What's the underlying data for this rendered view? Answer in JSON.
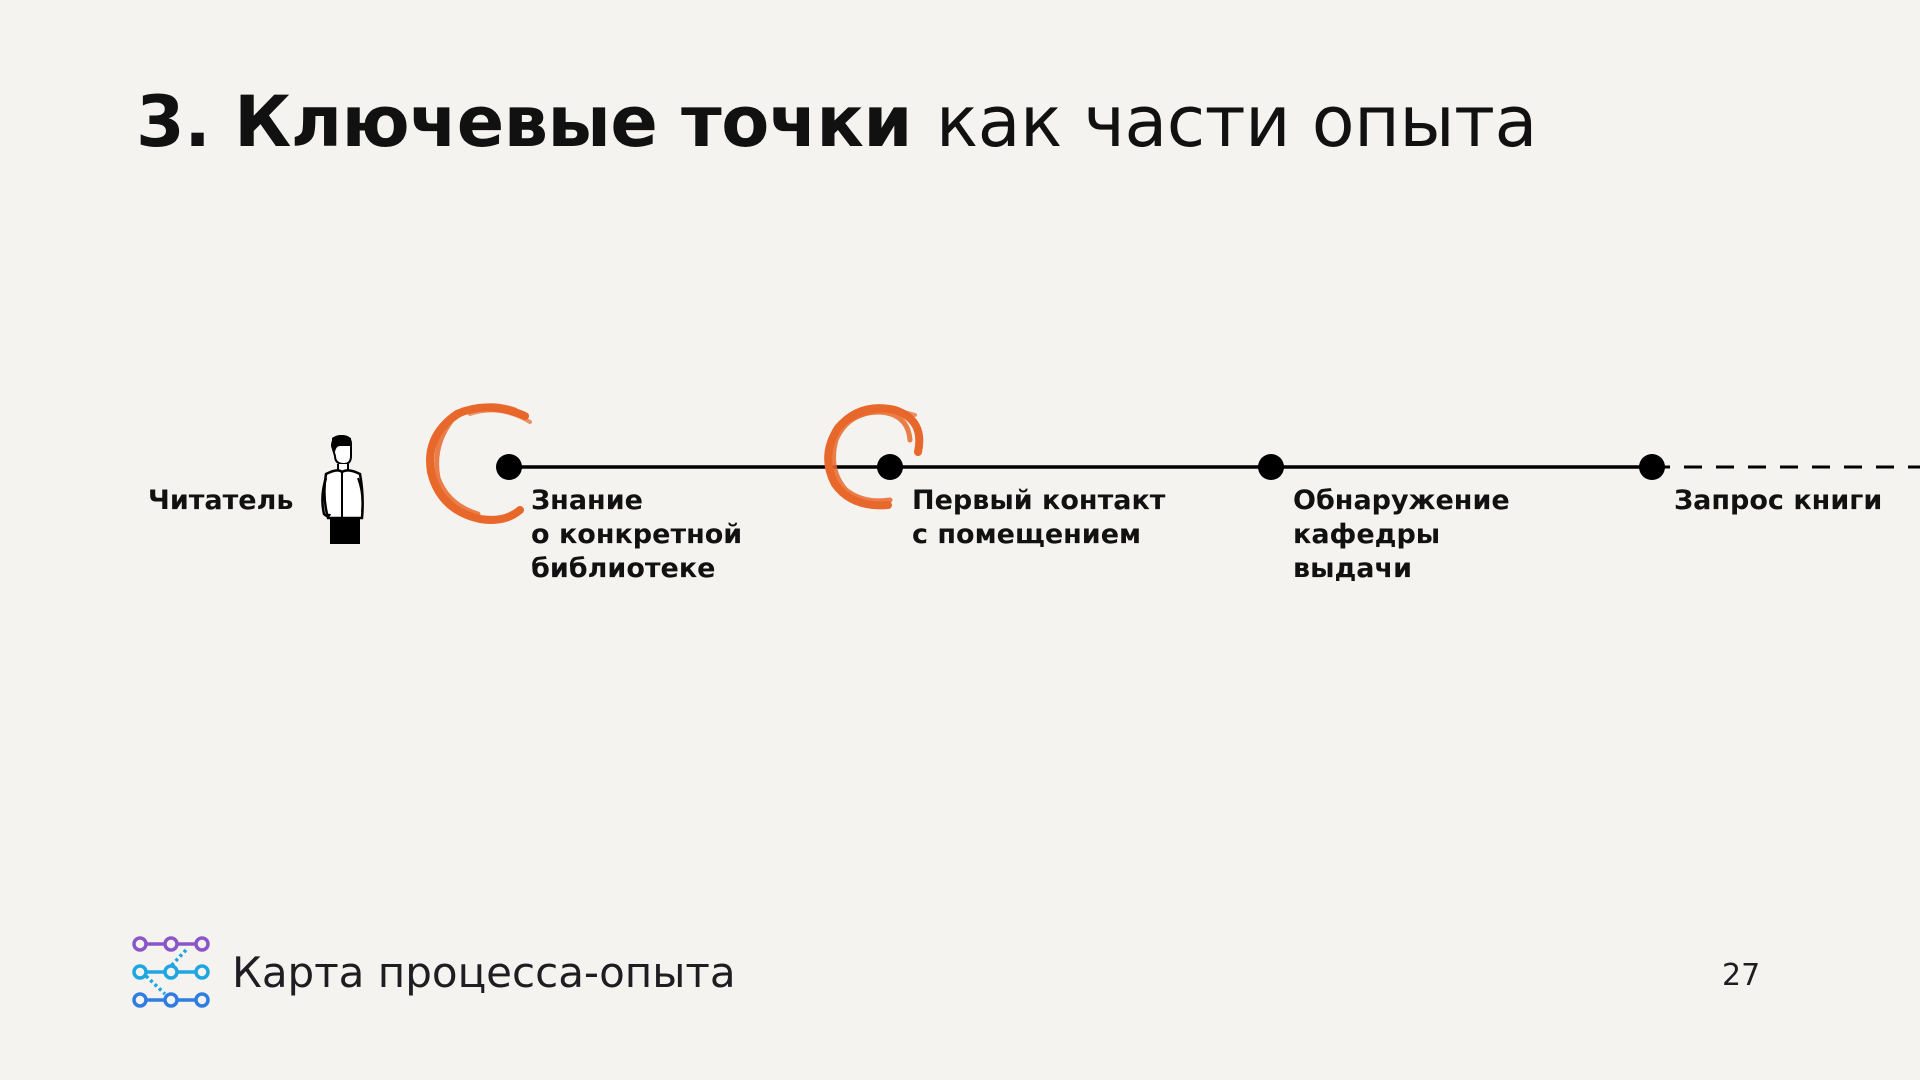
{
  "title": {
    "bold": "3. Ключевые точки",
    "light": "как части опыта"
  },
  "actor": {
    "label": "Читатель",
    "icon": "person-icon"
  },
  "steps": [
    {
      "lines": [
        "Знание",
        "о конкретной",
        "библиотеке"
      ],
      "highlighted": true
    },
    {
      "lines": [
        "Первый контакт",
        "с помещением"
      ],
      "highlighted": true
    },
    {
      "lines": [
        "Обнаружение",
        "кафедры",
        "выдачи"
      ],
      "highlighted": false
    },
    {
      "lines": [
        "Запрос книги"
      ],
      "highlighted": false
    }
  ],
  "colors": {
    "background": "#f4f3ef",
    "line": "#000000",
    "highlight": "#e8672a",
    "logo_top": "#8a57c8",
    "logo_mid": "#1fa6e0",
    "logo_bottom": "#2f7de0"
  },
  "footer": {
    "logo": "process-map-logo-icon",
    "title": "Карта процесса-опыта",
    "page_number": "27"
  }
}
